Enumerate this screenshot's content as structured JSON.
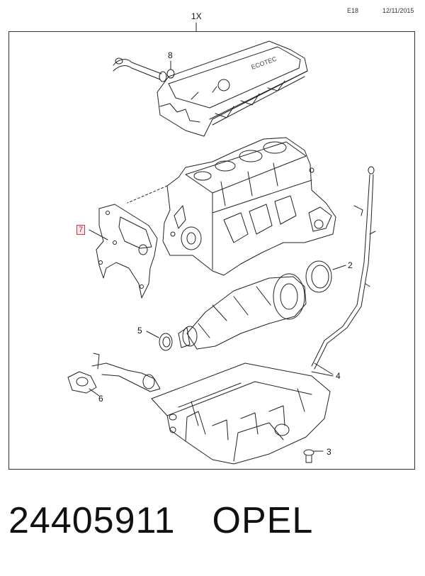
{
  "header": {
    "code": "E18",
    "date": "12/11/2015",
    "quantity": "1X"
  },
  "callouts": {
    "c1": "1X",
    "c2": "2",
    "c3": "3",
    "c4": "4",
    "c5": "5",
    "c6": "6",
    "c7": "7",
    "c8": "8"
  },
  "cover_text": "ECOTEC",
  "footer": {
    "part_number": "24405911",
    "brand": "OPEL"
  }
}
